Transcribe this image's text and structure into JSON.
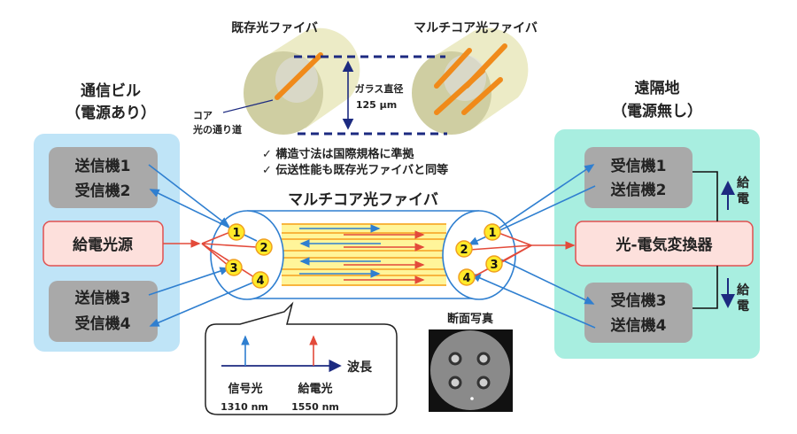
{
  "top": {
    "existing_fiber_label": "既存光ファイバ",
    "multicore_fiber_label": "マルチコア光ファイバ",
    "core_label_1": "コア",
    "core_label_2": "光の通り道",
    "glass_diameter_label": "ガラス直径",
    "glass_diameter_value": "125 μm",
    "check_1": "✓ 構造寸法は国際規格に準拠",
    "check_2": "✓ 伝送性能も既存光ファイバと同等"
  },
  "left": {
    "title_1": "通信ビル",
    "title_2": "（電源あり）",
    "box1": [
      "送信機1",
      "受信機2"
    ],
    "power_source": "給電光源",
    "box2": [
      "送信機3",
      "受信機4"
    ]
  },
  "right": {
    "title_1": "遠隔地",
    "title_2": "（電源無し）",
    "box1": [
      "受信機1",
      "送信機2"
    ],
    "converter": "光-電気変換器",
    "box2": [
      "受信機3",
      "送信機4"
    ],
    "feed_1": [
      "給",
      "電"
    ],
    "feed_2": [
      "給",
      "電"
    ]
  },
  "fiber": {
    "title": "マルチコア光ファイバ",
    "cores_left": [
      "1",
      "2",
      "3",
      "4"
    ],
    "cores_right": [
      "1",
      "2",
      "3",
      "4"
    ]
  },
  "spectrum": {
    "axis_label": "波長",
    "signal_label": "信号光",
    "signal_wavelength": "1310 nm",
    "power_label": "給電光",
    "power_wavelength": "1550 nm"
  },
  "photo": {
    "title": "断面写真"
  },
  "colors": {
    "signal": "#2f7fd0",
    "power": "#e34a3a",
    "left_panel": "#bfe4f7",
    "right_panel": "#a8eee0",
    "device_box": "#a9a9a9"
  }
}
